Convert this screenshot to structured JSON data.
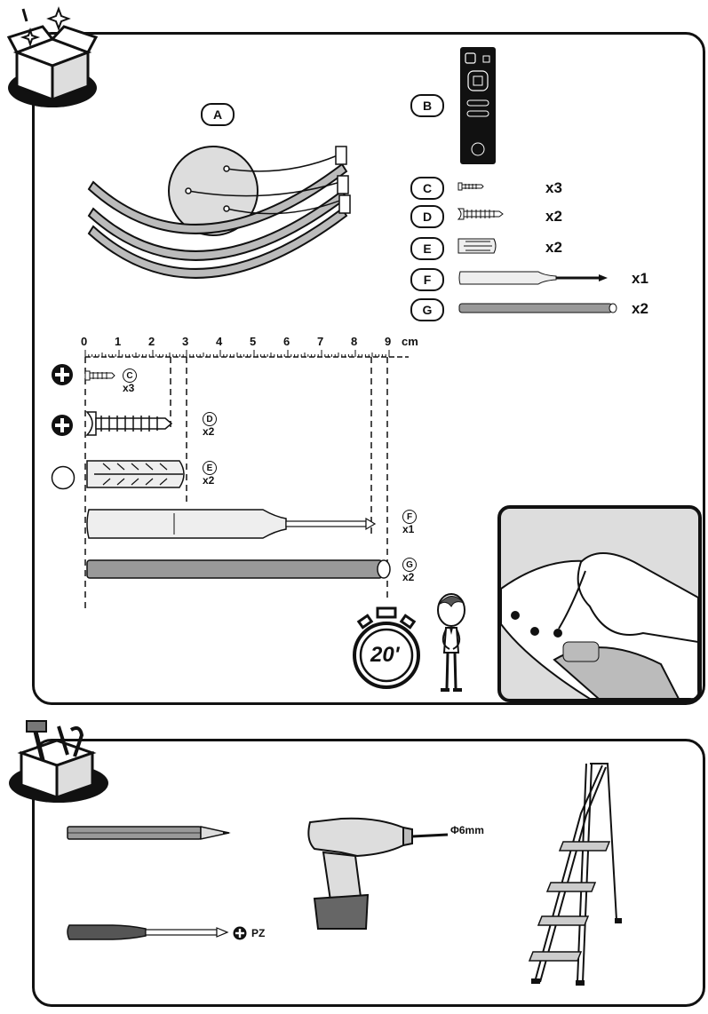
{
  "parts": {
    "A": {
      "letter": "A"
    },
    "B": {
      "letter": "B"
    },
    "C": {
      "letter": "C",
      "qty": "x3"
    },
    "D": {
      "letter": "D",
      "qty": "x2"
    },
    "E": {
      "letter": "E",
      "qty": "x2"
    },
    "F": {
      "letter": "F",
      "qty": "x1"
    },
    "G": {
      "letter": "G",
      "qty": "x2"
    }
  },
  "ruler": {
    "unit": "cm",
    "ticks": [
      "0",
      "1",
      "2",
      "3",
      "4",
      "5",
      "6",
      "7",
      "8",
      "9"
    ]
  },
  "scale_items": [
    {
      "letter": "C",
      "qty": "x3"
    },
    {
      "letter": "D",
      "qty": "x2"
    },
    {
      "letter": "E",
      "qty": "x2"
    },
    {
      "letter": "F",
      "qty": "x1"
    },
    {
      "letter": "G",
      "qty": "x2"
    }
  ],
  "timer": {
    "label": "20'"
  },
  "tools": {
    "drill_bit": "Φ6mm",
    "screwdriver_bit": "PZ"
  },
  "colors": {
    "outline": "#111111",
    "grey_part": "#9a9a9a",
    "light_grey": "#d9d9d9"
  }
}
